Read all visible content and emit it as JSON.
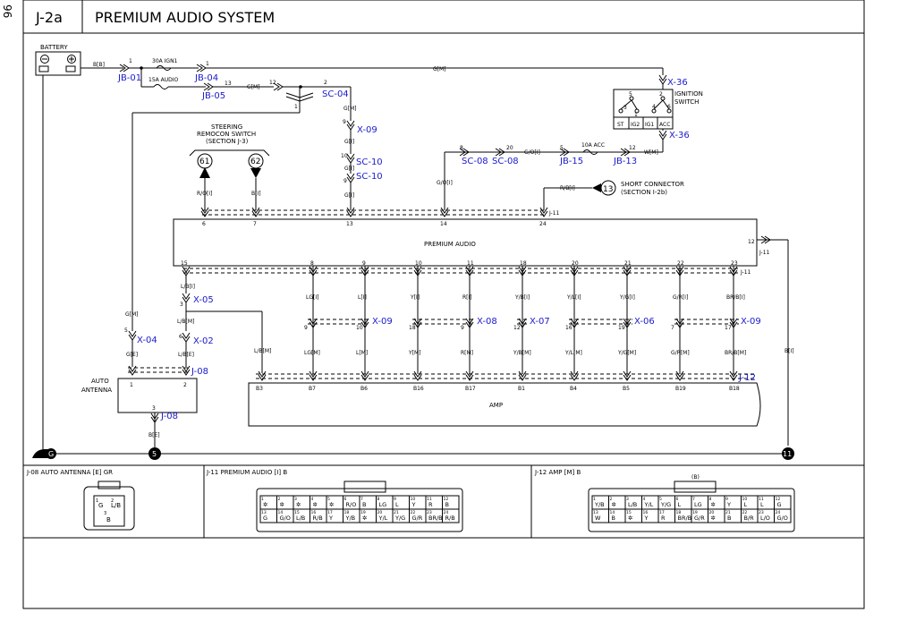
{
  "page_number": "96",
  "section_code": "J-2a",
  "title": "PREMIUM AUDIO SYSTEM",
  "battery_label": "BATTERY",
  "fuse_30a": "30A IGN1",
  "fuse_15a": "15A AUDIO",
  "fuse_10a": "10A ACC",
  "ignition_switch": [
    "IGNITION",
    "SWITCH"
  ],
  "ign_terms": [
    "ST",
    "IG2",
    "IG1",
    "ACC"
  ],
  "steering_switch": [
    "STEERING",
    "REMOCON SWITCH",
    "(SECTION J-3)"
  ],
  "short_connector": [
    "SHORT CONNECTOR",
    "(SECTION I-2b)"
  ],
  "auto_antenna": [
    "AUTO",
    "ANTENNA"
  ],
  "premium_audio": "PREMIUM AUDIO",
  "amp": "AMP",
  "connectors": {
    "jb01": "JB-01",
    "jb04": "JB-04",
    "jb05": "JB-05",
    "sc04": "SC-04",
    "x36a": "X-36",
    "x36b": "X-36",
    "x09a": "X-09",
    "sc10a": "SC-10",
    "sc10b": "SC-10",
    "sc08a": "SC-08",
    "sc08b": "SC-08",
    "jb15": "JB-15",
    "jb13": "JB-13",
    "x05": "X-05",
    "x04": "X-04",
    "x02": "X-02",
    "j08a": "J-08",
    "j08b": "J-08",
    "x09b": "X-09",
    "x08": "X-08",
    "x07": "X-07",
    "x06": "X-06",
    "x09c": "X-09",
    "j11a": "J-11",
    "j11b": "J-11",
    "j11c": "J-11",
    "j12": "J-12"
  },
  "wires": {
    "bb": "B[B]",
    "gm_top": "G[M]",
    "gm_jb05": "G[M]",
    "gm_sc04": "G[M]",
    "gi_a": "G[I]",
    "gi_b": "G[I]",
    "gi_c": "G[I]",
    "goi_h": "G/O[I]",
    "goi_v": "G/O[I]",
    "wm": "W[M]",
    "rbi": "R/B[I]",
    "roi": "R/O[I]",
    "bi_62": "B[I]",
    "lbi": "L/B[I]",
    "lbm_a": "L/B[M]",
    "lbm_b": "L/B[M]",
    "lbe": "L/B[E]",
    "gm_left": "G[M]",
    "ge": "G[E]",
    "be": "B[E]",
    "bi_right": "B[I]"
  },
  "pins": {
    "jb01_pin": "1",
    "jb04_pin": "1",
    "jb05_pin": "13",
    "sc04_l": "12",
    "sc04_r": "2",
    "sc04_b": "1",
    "x09_pin": "9",
    "sc10a_pin": "10",
    "sc10b_pin": "9",
    "sc08a_pin": "8",
    "sc08b_pin": "20",
    "jb15_pin": "5",
    "jb13_pin": "12",
    "ign_5": "5",
    "ign_2": "2",
    "ign_3": "3",
    "ign_1": "1",
    "ign_4": "4",
    "ign_6": "6",
    "x05_pin": "3",
    "x04_pin": "5",
    "x02_pin": "6",
    "ant_1": "1",
    "ant_2": "2",
    "ant_3": "3",
    "pa_right": "12"
  },
  "top_pins": [
    "6",
    "7",
    "13",
    "14",
    "24"
  ],
  "splices": {
    "s61": "61",
    "s62": "62",
    "s13": "13"
  },
  "grounds": {
    "g": "G",
    "g5": "5",
    "g11": "11"
  },
  "channels": [
    {
      "top": "8",
      "wi": "LG[I]",
      "mid": "9",
      "wm": "LG[M]",
      "amp": "B7"
    },
    {
      "top": "9",
      "wi": "L[I]",
      "mid": "10",
      "wm": "L[M]",
      "amp": "B6"
    },
    {
      "top": "10",
      "wi": "Y[I]",
      "mid": "18",
      "wm": "Y[M]",
      "amp": "B16"
    },
    {
      "top": "11",
      "wi": "R[I]",
      "mid": "9",
      "wm": "R[M]",
      "amp": "B17"
    },
    {
      "top": "18",
      "wi": "Y/B[I]",
      "mid": "12",
      "wm": "Y/B[M]",
      "amp": "B1"
    },
    {
      "top": "20",
      "wi": "Y/L[I]",
      "mid": "16",
      "wm": "Y/L[M]",
      "amp": "B4"
    },
    {
      "top": "21",
      "wi": "Y/G[I]",
      "mid": "19",
      "wm": "Y/G[M]",
      "amp": "B5"
    },
    {
      "top": "22",
      "wi": "G/R[I]",
      "mid": "7",
      "wm": "G/R[M]",
      "amp": "B19"
    },
    {
      "top": "23",
      "wi": "BR/B[I]",
      "mid": "17",
      "wm": "BR/B[M]",
      "amp": "B18"
    }
  ],
  "pa_pin15": "15",
  "amp_b3": "B3",
  "panels": {
    "p1_title": "J-08 AUTO ANTENNA [E] GR",
    "p1_cells": [
      "1",
      "G",
      "2",
      "L/B",
      "3",
      "B"
    ],
    "p2_title": "J-11 PREMIUM AUDIO [I] B",
    "p2_row1": [
      [
        "1",
        "✲"
      ],
      [
        "2",
        "✲"
      ],
      [
        "3",
        "✲"
      ],
      [
        "4",
        "✲"
      ],
      [
        "5",
        "✲"
      ],
      [
        "6",
        "R/O"
      ],
      [
        "7",
        "B"
      ],
      [
        "8",
        "LG"
      ],
      [
        "9",
        "L"
      ],
      [
        "10",
        "Y"
      ],
      [
        "11",
        "R"
      ],
      [
        "12",
        "B"
      ]
    ],
    "p2_row2": [
      [
        "13",
        "G"
      ],
      [
        "14",
        "G/O"
      ],
      [
        "15",
        "L/B"
      ],
      [
        "16",
        "R/B"
      ],
      [
        "17",
        "Y"
      ],
      [
        "18",
        "Y/B"
      ],
      [
        "19",
        "✲"
      ],
      [
        "20",
        "Y/L"
      ],
      [
        "21",
        "Y/G"
      ],
      [
        "22",
        "G/R"
      ],
      [
        "23",
        "BR/B"
      ],
      [
        "24",
        "R/B"
      ]
    ],
    "p3_title": "J-12 AMP [M] B",
    "p3_key": "(B)",
    "p3_row1": [
      [
        "1",
        "Y/B"
      ],
      [
        "2",
        "✲"
      ],
      [
        "3",
        "L/B"
      ],
      [
        "4",
        "Y/L"
      ],
      [
        "5",
        "Y/G"
      ],
      [
        "6",
        "L"
      ],
      [
        "7",
        "LG"
      ],
      [
        "8",
        "✲"
      ],
      [
        "9",
        "Y"
      ],
      [
        "10",
        "L"
      ],
      [
        "11",
        "L"
      ],
      [
        "12",
        "G"
      ]
    ],
    "p3_row2": [
      [
        "13",
        "W"
      ],
      [
        "14",
        "B"
      ],
      [
        "15",
        "✲"
      ],
      [
        "16",
        "Y"
      ],
      [
        "17",
        "R"
      ],
      [
        "18",
        "BR/B"
      ],
      [
        "19",
        "G/R"
      ],
      [
        "20",
        "✲"
      ],
      [
        "21",
        "B"
      ],
      [
        "22",
        "B/R"
      ],
      [
        "23",
        "L/O"
      ],
      [
        "24",
        "G/O"
      ]
    ]
  },
  "colors": {
    "line": "#000000",
    "connector_label": "#1a1acc"
  }
}
